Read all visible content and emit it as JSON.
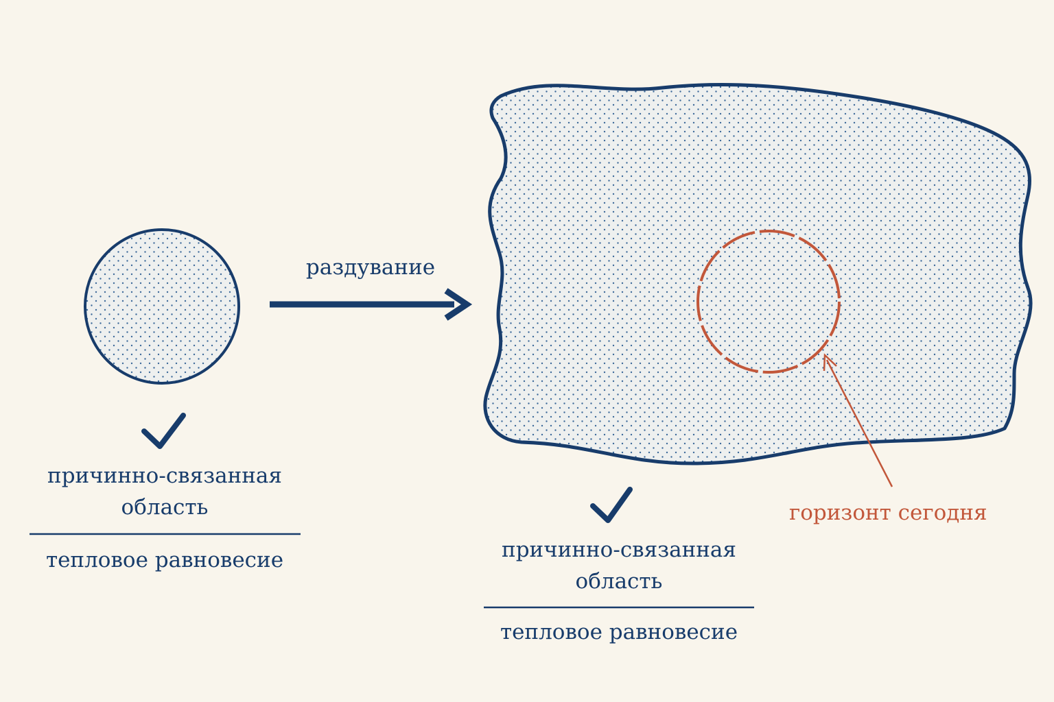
{
  "colors": {
    "background": "#f9f5ec",
    "ink": "#183c6b",
    "fill": "#eef0ef",
    "dots": "#3d6a9a",
    "horizon": "#c2573a"
  },
  "arrow": {
    "label": "раздувание"
  },
  "left_region": {
    "icon": "checkmark-icon",
    "caption_line1": "причинно-связанная",
    "caption_line2": "область",
    "caption_below": "тепловое равновесие"
  },
  "right_region": {
    "icon": "checkmark-icon",
    "caption_line1": "причинно-связанная",
    "caption_line2": "область",
    "caption_below": "тепловое равновесие"
  },
  "horizon": {
    "label": "горизонт сегодня"
  }
}
